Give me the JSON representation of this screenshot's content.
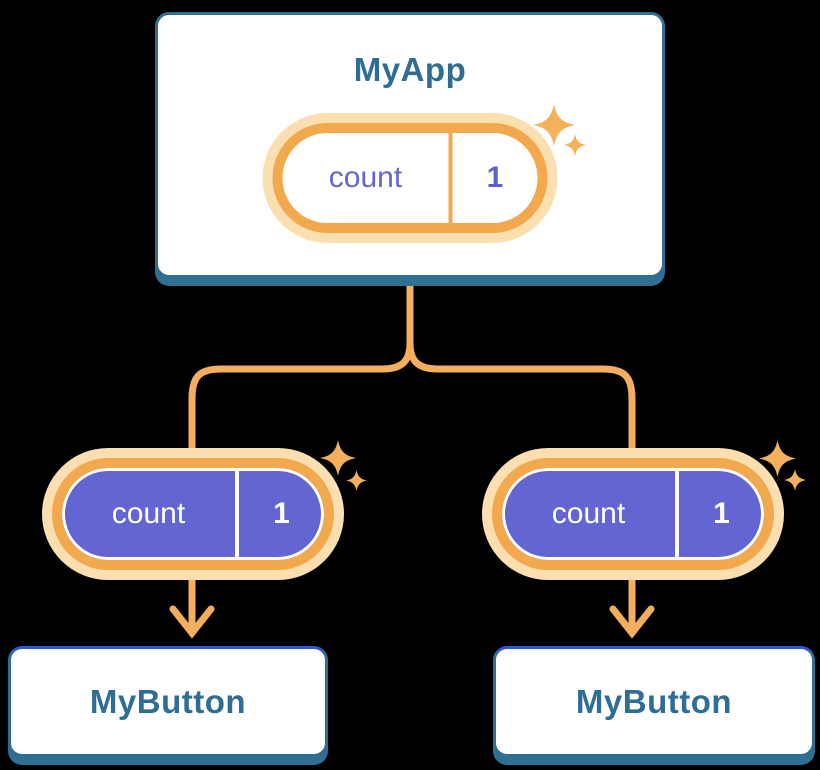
{
  "diagram": {
    "root": {
      "title": "MyApp",
      "state": {
        "name": "count",
        "value": "1"
      }
    },
    "children": [
      {
        "title": "MyButton",
        "state": {
          "name": "count",
          "value": "1"
        }
      },
      {
        "title": "MyButton",
        "state": {
          "name": "count",
          "value": "1"
        }
      }
    ]
  },
  "icons": {
    "sparkle": "four-point-star",
    "arrow": "down-arrow"
  },
  "colors": {
    "background": "#000000",
    "card_fill": "#FFFFFF",
    "card_border": "#2F6E90",
    "card_border_top_child": "#2B57D9",
    "title_text": "#2E6D94",
    "pill_ring": "#F2A84D",
    "pill_glow": "#FBDFB0",
    "pill_fill_child": "#6365D2",
    "state_text_root": "#6366CF",
    "state_text_child": "#FFFFFF",
    "connector": "#F5AD5E",
    "sparkle": "#F4B15C"
  }
}
